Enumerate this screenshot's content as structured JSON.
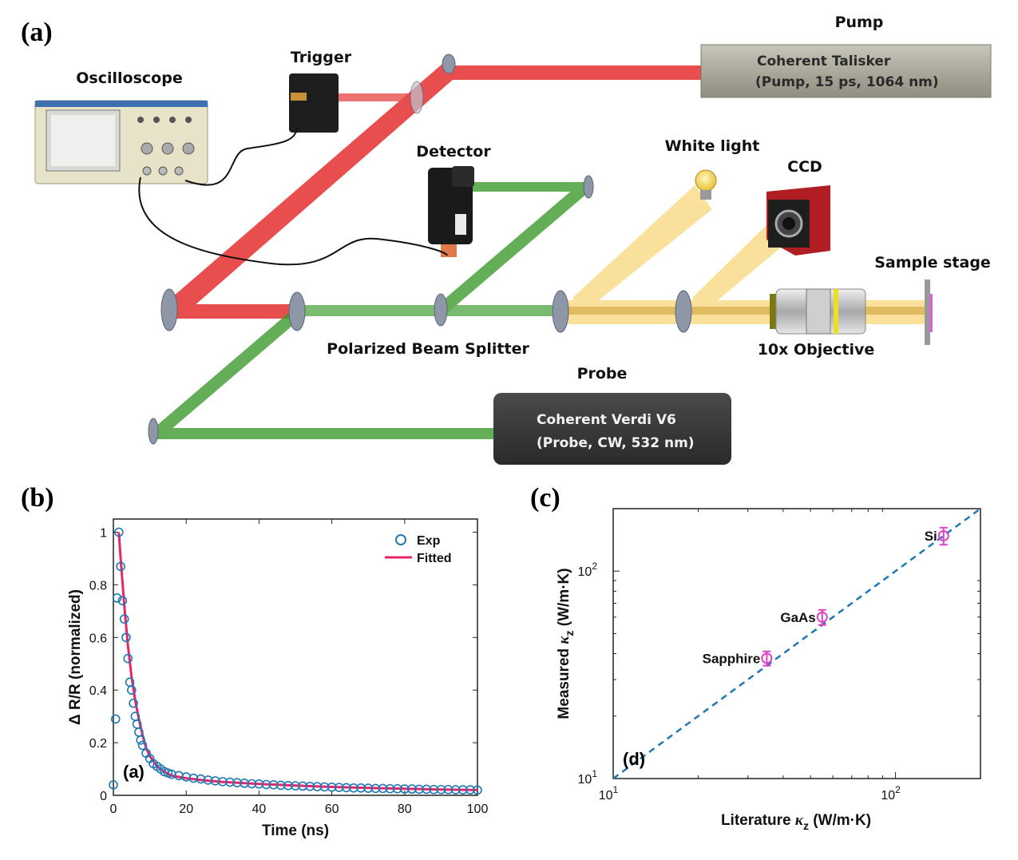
{
  "panels": {
    "a": "(a)",
    "b": "(b)",
    "c": "(c)"
  },
  "setup": {
    "pump_title": "Pump",
    "pump_line1": "Coherent Talisker",
    "pump_line2": "(Pump, 15 ps, 1064 nm)",
    "probe_title": "Probe",
    "probe_line1": "Coherent Verdi V6",
    "probe_line2": "(Probe, CW, 532 nm)",
    "oscilloscope": "Oscilloscope",
    "trigger": "Trigger",
    "detector": "Detector",
    "white_light": "White light",
    "ccd": "CCD",
    "sample_stage": "Sample stage",
    "pbs": "Polarized Beam Splitter",
    "objective": "10x Objective",
    "colors": {
      "pump_beam": "#e53030",
      "probe_beam": "#3c9a2e",
      "white_beam": "#f7c94a"
    }
  },
  "chart_data": [
    {
      "type": "scatter",
      "panel": "(b)",
      "inset_label": "(a)",
      "xlabel": "Time (ns)",
      "ylabel": "Δ R/R (normalized)",
      "xlim": [
        0,
        100
      ],
      "ylim": [
        0,
        1.05
      ],
      "xticks": [
        "0",
        "20",
        "40",
        "60",
        "80",
        "100"
      ],
      "yticks": [
        "0",
        "0.2",
        "0.4",
        "0.6",
        "0.8",
        "1"
      ],
      "legend_position": "top-right",
      "series": [
        {
          "name": "Exp",
          "style": "open-circle",
          "color": "#1f77b4",
          "x": [
            0,
            0.6,
            1,
            1.5,
            2,
            2.5,
            3,
            3.5,
            4,
            4.5,
            5,
            5.5,
            6,
            6.5,
            7,
            7.5,
            8,
            9,
            10,
            11,
            12,
            13,
            14,
            15,
            16,
            18,
            20,
            22,
            24,
            26,
            28,
            30,
            32,
            34,
            36,
            38,
            40,
            42,
            44,
            46,
            48,
            50,
            52,
            54,
            56,
            58,
            60,
            62,
            64,
            66,
            68,
            70,
            72,
            74,
            76,
            78,
            80,
            82,
            84,
            86,
            88,
            90,
            92,
            94,
            96,
            98,
            100
          ],
          "y": [
            0.04,
            0.29,
            0.75,
            1.0,
            0.87,
            0.74,
            0.67,
            0.6,
            0.52,
            0.43,
            0.4,
            0.35,
            0.3,
            0.27,
            0.24,
            0.21,
            0.19,
            0.16,
            0.14,
            0.12,
            0.11,
            0.1,
            0.09,
            0.085,
            0.08,
            0.075,
            0.07,
            0.065,
            0.062,
            0.058,
            0.055,
            0.052,
            0.05,
            0.048,
            0.046,
            0.044,
            0.043,
            0.041,
            0.04,
            0.038,
            0.037,
            0.036,
            0.035,
            0.034,
            0.033,
            0.032,
            0.031,
            0.03,
            0.029,
            0.028,
            0.028,
            0.027,
            0.026,
            0.026,
            0.025,
            0.025,
            0.024,
            0.024,
            0.023,
            0.023,
            0.022,
            0.022,
            0.022,
            0.021,
            0.021,
            0.021,
            0.02
          ]
        },
        {
          "name": "Fitted",
          "style": "line",
          "color": "#e8256b",
          "x": [
            1.5,
            2,
            3,
            4,
            5,
            6,
            7,
            8,
            9,
            10,
            12,
            14,
            16,
            20,
            25,
            30,
            40,
            50,
            60,
            70,
            80,
            90,
            100
          ],
          "y": [
            1.0,
            0.9,
            0.72,
            0.57,
            0.45,
            0.36,
            0.29,
            0.23,
            0.18,
            0.15,
            0.11,
            0.09,
            0.075,
            0.065,
            0.057,
            0.051,
            0.043,
            0.037,
            0.032,
            0.028,
            0.025,
            0.022,
            0.02
          ]
        }
      ]
    },
    {
      "type": "scatter",
      "panel": "(c)",
      "inset_label": "(d)",
      "xlabel": "Literature κz (W/m·K)",
      "ylabel": "Measured κz (W/m·K)",
      "xscale": "log",
      "yscale": "log",
      "xlim": [
        10,
        200
      ],
      "ylim": [
        10,
        200
      ],
      "xticks": [
        10,
        100
      ],
      "yticks": [
        10,
        100
      ],
      "reference_line": {
        "style": "dashed",
        "color": "#1f77b4",
        "relation": "y = x"
      },
      "points": [
        {
          "label": "Sapphire",
          "x": 35,
          "y": 38,
          "err": 3,
          "color": "#e040c8"
        },
        {
          "label": "GaAs",
          "x": 55,
          "y": 60,
          "err": 5,
          "color": "#e040c8"
        },
        {
          "label": "Si",
          "x": 148,
          "y": 148,
          "err": 14,
          "color": "#e040c8"
        }
      ]
    }
  ]
}
